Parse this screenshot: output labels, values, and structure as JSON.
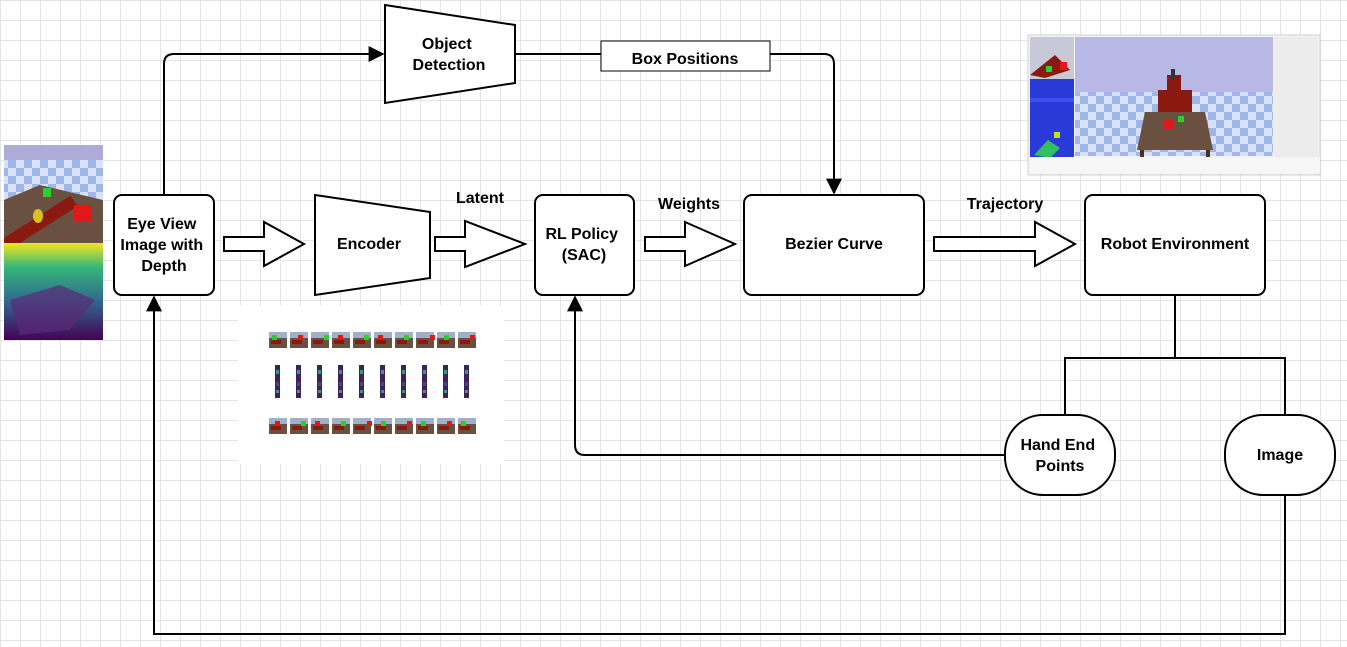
{
  "nodes": {
    "eye_view": [
      "Eye View",
      "Image with",
      "Depth"
    ],
    "encoder": [
      "Encoder"
    ],
    "rl_policy": [
      "RL Policy",
      "(SAC)"
    ],
    "bezier": [
      "Bezier Curve"
    ],
    "robot_env": [
      "Robot Environment"
    ],
    "object_detection": [
      "Object",
      "Detection"
    ],
    "hand_end_points": [
      "Hand End",
      "Points"
    ],
    "image": [
      "Image"
    ]
  },
  "edge_labels": {
    "latent": "Latent",
    "weights": "Weights",
    "trajectory": "Trajectory",
    "box_positions": "Box Positions"
  },
  "colors": {
    "stroke": "#000000",
    "sky": "#b8b8e0",
    "floor_blue": "#6f8fc8",
    "robot_red": "#8a1a10",
    "box_red": "#e01818",
    "box_green": "#2bd12b",
    "viridis_yellow": "#f0e030",
    "viridis_green": "#30a070",
    "viridis_blue": "#3a4a8a",
    "viridis_purple": "#40205a",
    "table_brown": "#6a5040"
  }
}
